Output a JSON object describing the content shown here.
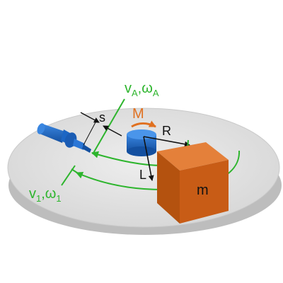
{
  "labels": {
    "va": "v",
    "va_sub": "A",
    "wa": "ω",
    "wa_sub": "A",
    "comma_a": ",",
    "v1": "v",
    "v1_sub": "1",
    "w1": "ω",
    "w1_sub": "1",
    "comma_1": ",",
    "s": "s",
    "M": "M",
    "R": "R",
    "L": "L",
    "m": "m"
  },
  "colors": {
    "green": "#2db52d",
    "orange": "#e07020",
    "blue": "#1c66c4",
    "box": "#c85c16",
    "disk": "#e2e2e2"
  }
}
